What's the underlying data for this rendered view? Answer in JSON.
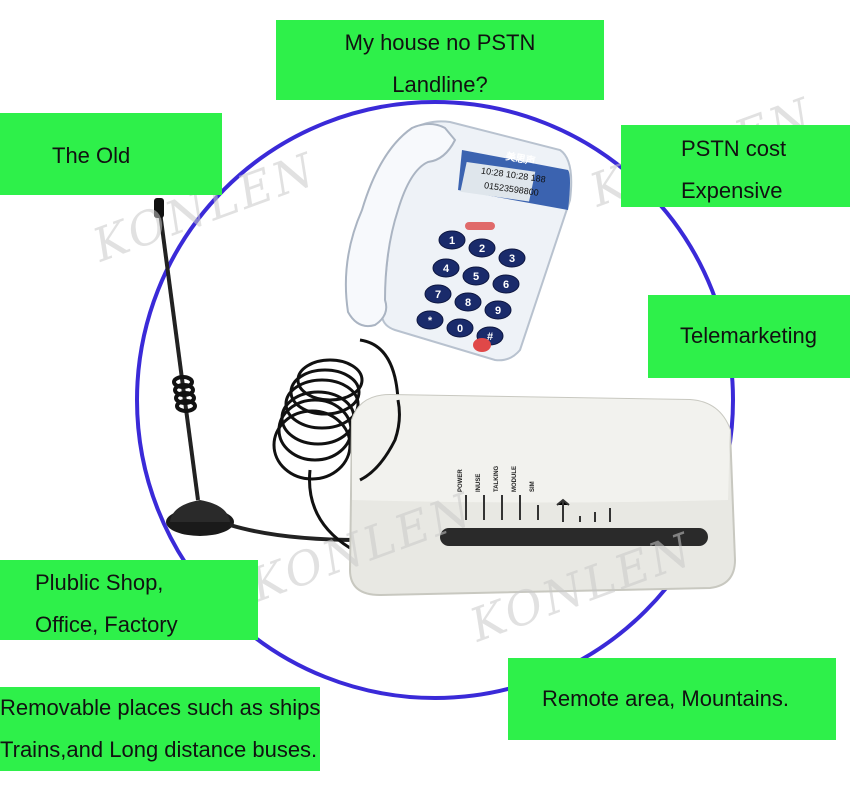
{
  "callouts": {
    "top": [
      "My house no PSTN",
      "Landline?"
    ],
    "old": "The Old",
    "pstn_cost": [
      "PSTN cost",
      "Expensive"
    ],
    "telemarketing": "Telemarketing",
    "public_shop": [
      "Plublic Shop,",
      "Office, Factory"
    ],
    "removable": [
      "Removable places such as ships",
      "Trains,and Long distance buses."
    ],
    "remote": "Remote area, Mountains."
  },
  "phone": {
    "brand": "美思声",
    "display_line1": "10:28 10:28 188",
    "display_line2": "01523598800",
    "keys": [
      "1",
      "2",
      "3",
      "4",
      "5",
      "6",
      "7",
      "8",
      "9",
      "*",
      "0",
      "#"
    ]
  },
  "terminal": {
    "leds": [
      "POWER",
      "INUSE",
      "TALKING",
      "MODULE",
      "SIM"
    ]
  },
  "watermark": "KONLEN",
  "colors": {
    "callout_bg": "#2ef04a",
    "circle": "#3a2ad8"
  }
}
